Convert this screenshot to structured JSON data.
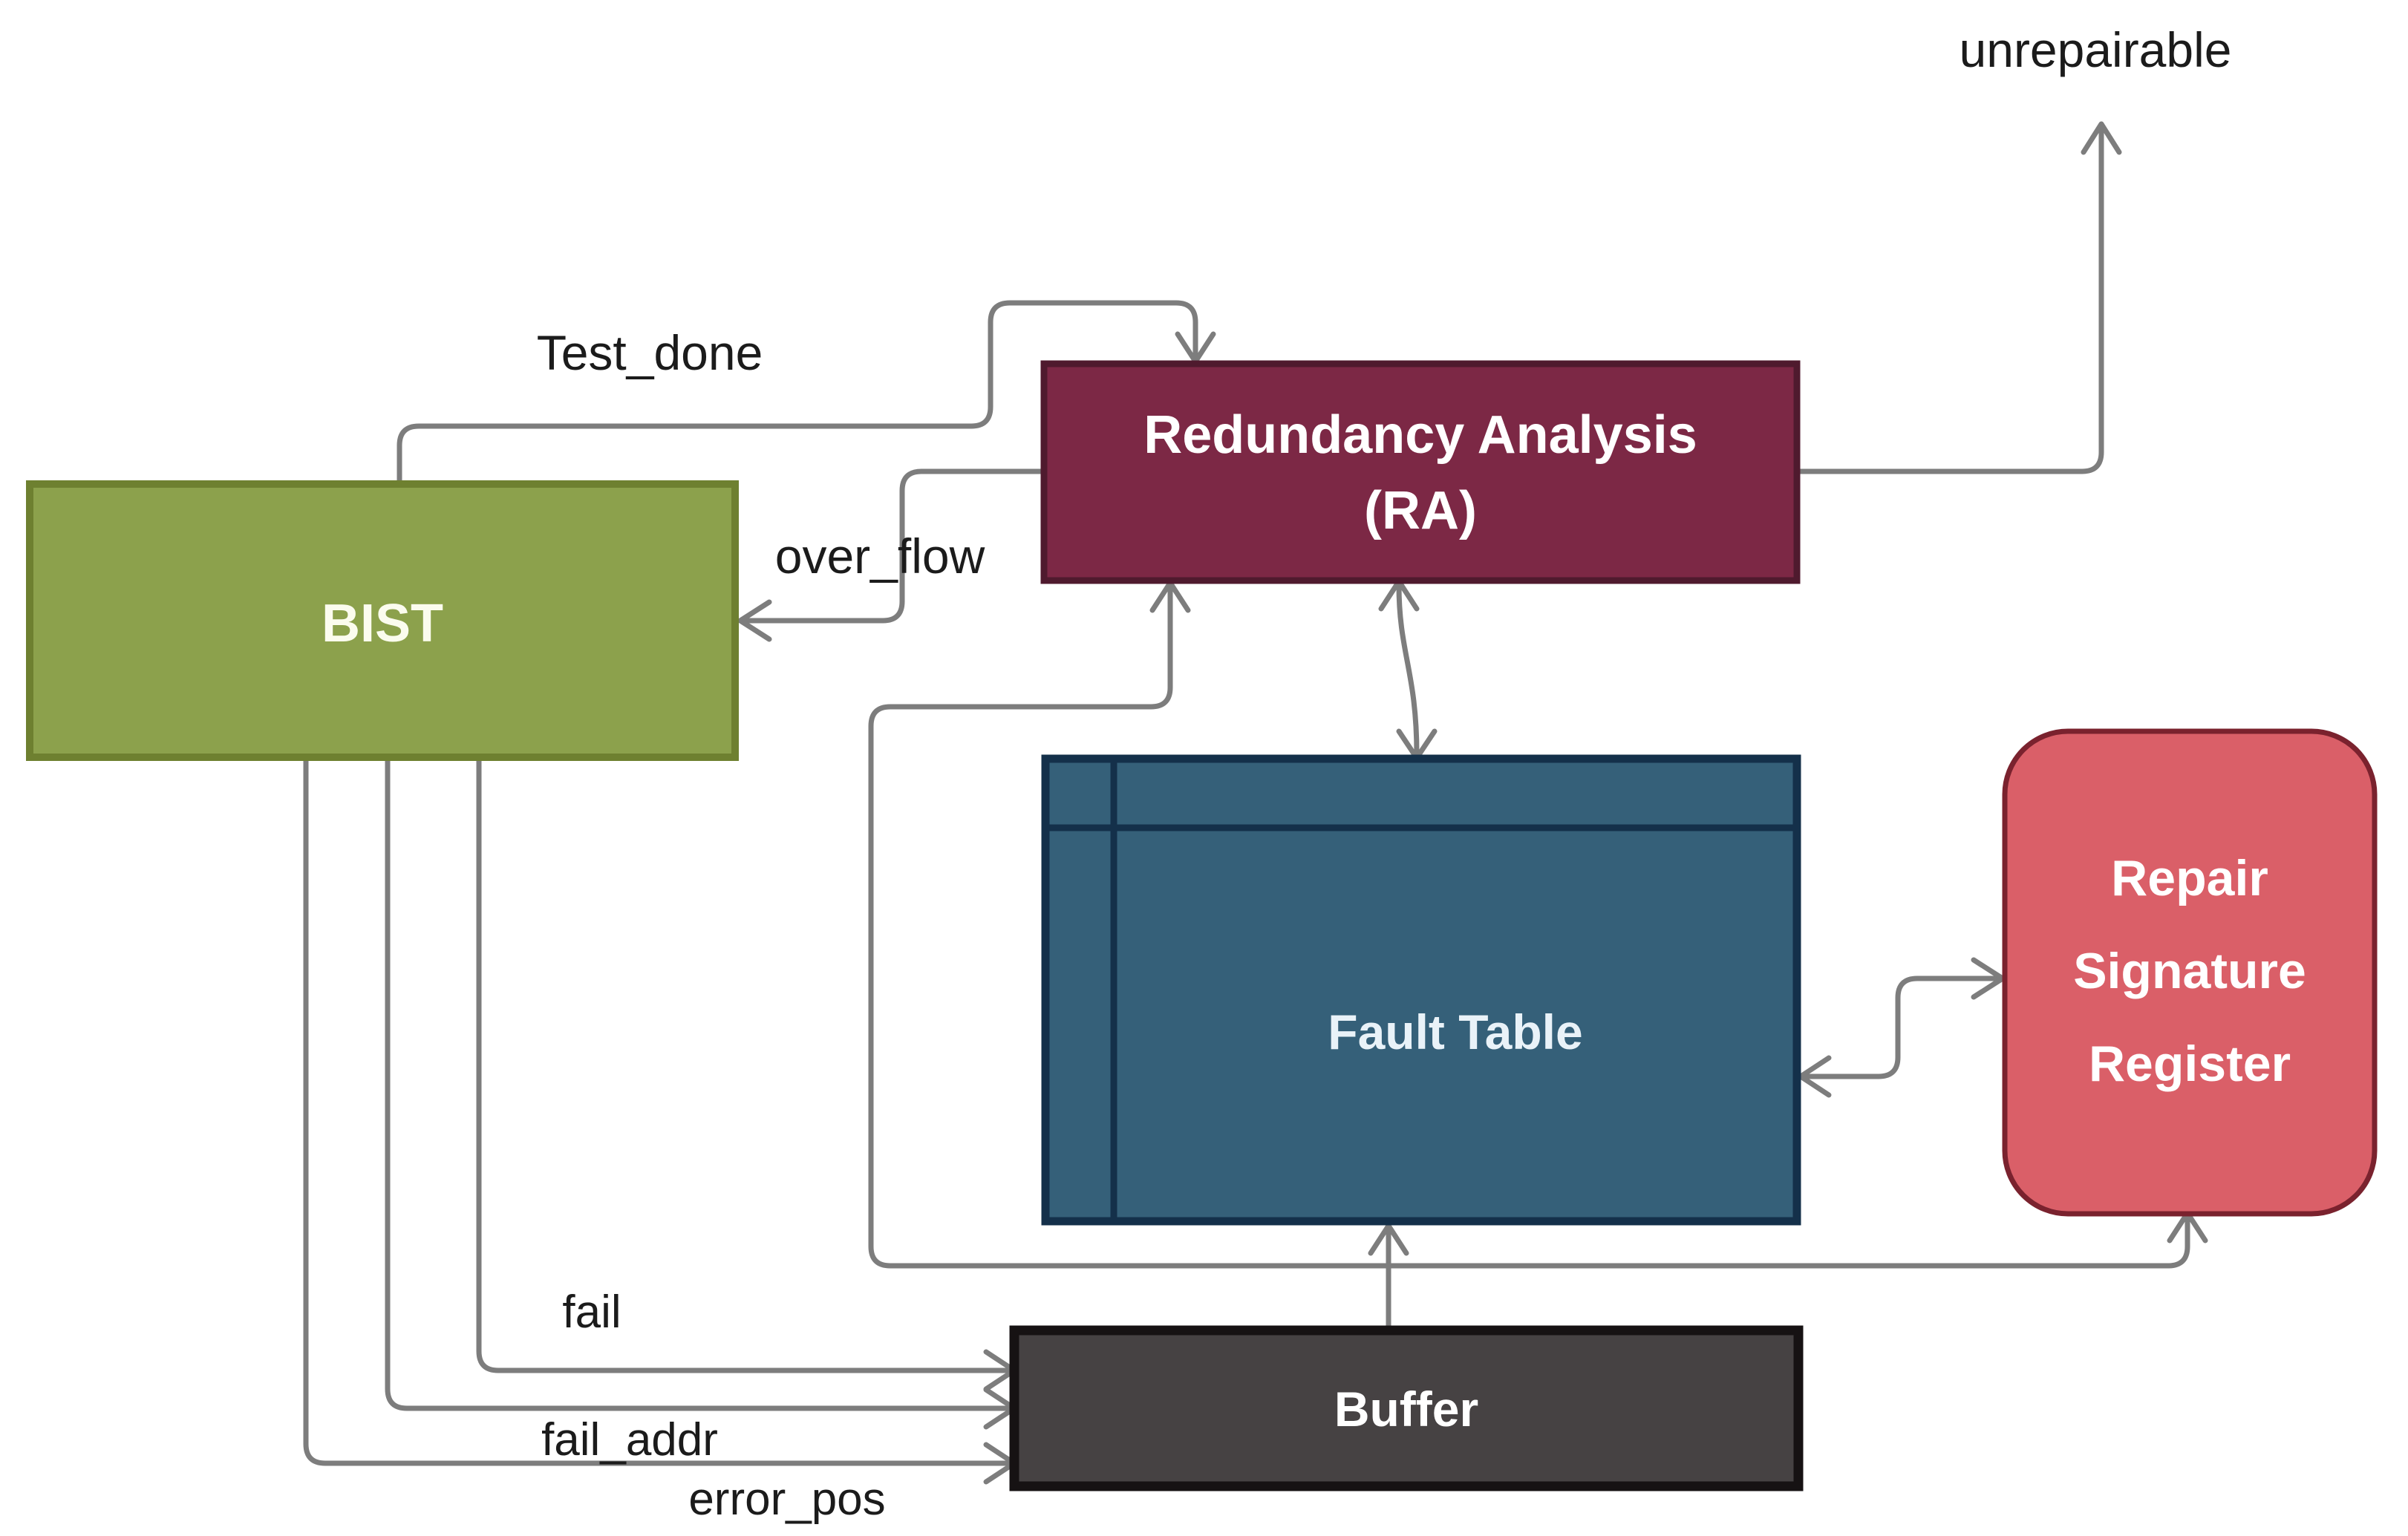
{
  "diagram": {
    "description": "Memory BIST repair architecture block diagram"
  },
  "blocks": {
    "bist": {
      "label": "BIST",
      "fill": "#8CA14C",
      "border": "#6E8030",
      "text_color": "#FBFCEE"
    },
    "redundancy_analysis": {
      "line1": "Redundancy Analysis",
      "line2": "(RA)",
      "fill": "#7C2845",
      "border": "#4F1A2E",
      "text_color": "#FFFFFF"
    },
    "fault_table": {
      "label": "Fault Table",
      "fill": "#356079",
      "border": "#14304A",
      "text_color": "#E9F2F8"
    },
    "repair_signature_register": {
      "line1": "Repair",
      "line2": "Signature",
      "line3": "Register",
      "fill": "#DA5F68",
      "border": "#7A222E",
      "text_color": "#FFFFFF"
    },
    "buffer": {
      "label": "Buffer",
      "fill": "#464243",
      "border": "#161213",
      "text_color": "#FFFFFF"
    }
  },
  "signal_labels": {
    "test_done": "Test_done",
    "over_flow": "over_flow",
    "unrepairable": "unrepairable",
    "fail": "fail",
    "fail_addr": "fail_addr",
    "error_pos": "error_pos"
  },
  "colors": {
    "wire": "#7D7D7D",
    "label_text": "#1B1B1B",
    "background": "#FFFFFF"
  }
}
